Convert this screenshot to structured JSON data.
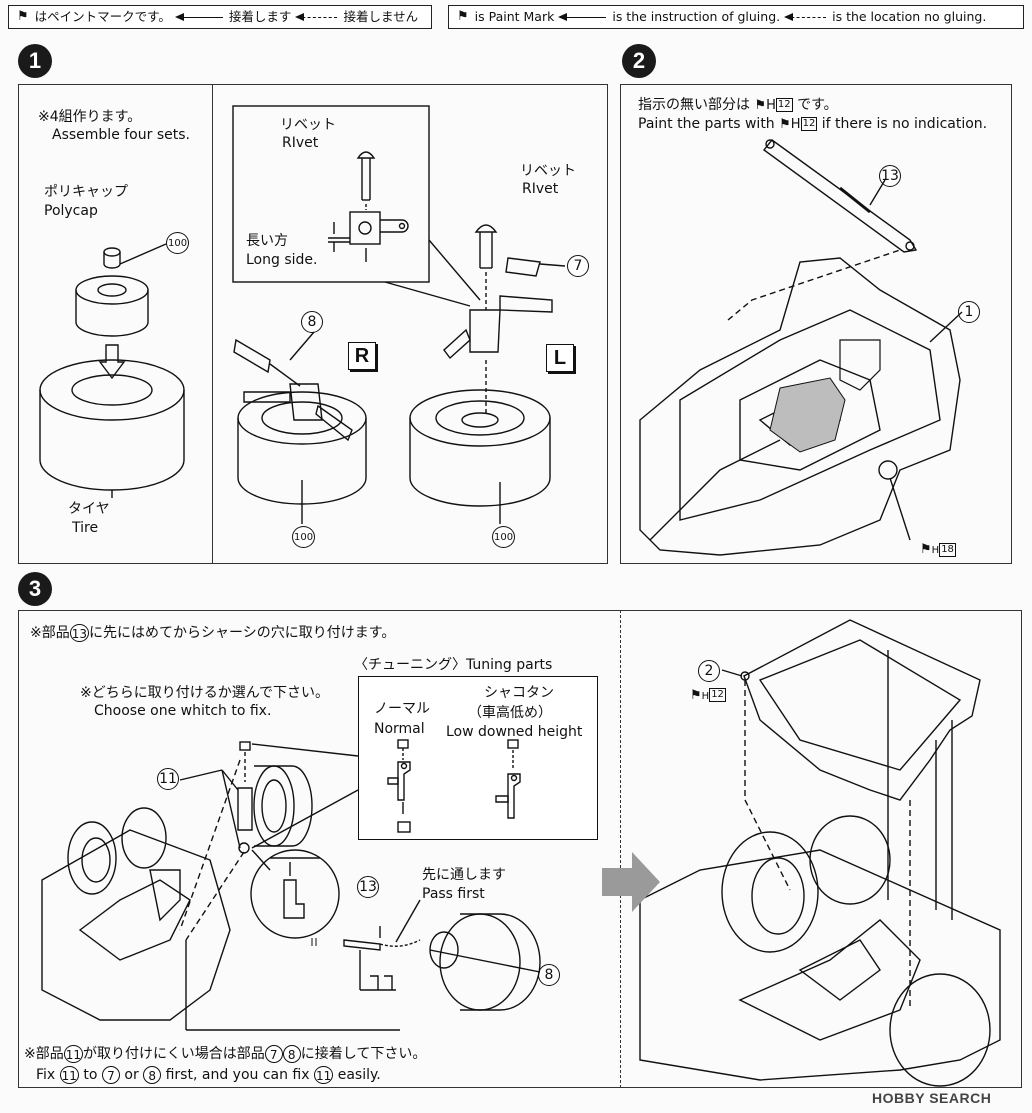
{
  "legend_jp": {
    "paint_mark": "はペイントマークです。",
    "glue": "接着します",
    "no_glue": "接着しません"
  },
  "legend_en": {
    "paint_mark": "is Paint Mark",
    "glue": "is the instruction of gluing.",
    "no_glue": "is the location no gluing."
  },
  "steps": [
    "1",
    "2",
    "3"
  ],
  "step1": {
    "note_jp": "※4組作ります。",
    "note_en": "Assemble four sets.",
    "polycap_jp": "ポリキャップ",
    "polycap_en": "Polycap",
    "part_100": "100",
    "tire_jp": "タイヤ",
    "tire_en": "Tire",
    "rivet1_jp": "リベット",
    "rivet1_en": "RIvet",
    "rivet2_jp": "リベット",
    "rivet2_en": "RIvet",
    "long_jp": "長い方",
    "long_en": "Long side.",
    "part_7": "7",
    "part_8": "8",
    "r": "R",
    "l": "L",
    "part_100_r": "100",
    "part_100_l": "100"
  },
  "step2": {
    "note_jp_a": "指示の無い部分は",
    "note_jp_paint": "H",
    "note_jp_num": "12",
    "note_jp_b": "です。",
    "note_en_a": "Paint the parts with",
    "note_en_paint": "H",
    "note_en_num": "12",
    "note_en_b": "if there is no indication.",
    "part_13": "13",
    "part_1": "1",
    "paint_bottom": "H",
    "paint_bottom_num": "18"
  },
  "step3": {
    "top_note_a": "※部品",
    "top_note_num": "13",
    "top_note_b": "に先にはめてからシャーシの穴に取り付けます。",
    "tuning_title": "〈チューニング〉Tuning parts",
    "choose_jp": "※どちらに取り付けるか選んで下さい。",
    "choose_en": "Choose one whitch to fix.",
    "normal_jp": "ノーマル",
    "normal_en": "Normal",
    "lowered_jp": "シャコタン",
    "lowered_jp2": "（車高低め）",
    "lowered_en": "Low downed height",
    "part_11": "11",
    "pass_jp": "先に通します",
    "pass_en": "Pass first",
    "part_13b": "13",
    "part_8": "8",
    "part_2": "2",
    "paint_h": "H",
    "paint_num": "12",
    "bottom_jp_a": "※部品",
    "bottom_jp_n1": "11",
    "bottom_jp_b": "が取り付けにくい場合は部品",
    "bottom_jp_n2": "7",
    "bottom_jp_n3": "8",
    "bottom_jp_c": "に接着して下さい。",
    "bottom_en_a": "Fix",
    "bottom_en_n1": "11",
    "bottom_en_b": "to",
    "bottom_en_n2": "7",
    "bottom_en_c": "or",
    "bottom_en_n3": "8",
    "bottom_en_d": "first, and you can fix",
    "bottom_en_n4": "11",
    "bottom_en_e": "easily."
  },
  "watermark": "HOBBY SEARCH"
}
